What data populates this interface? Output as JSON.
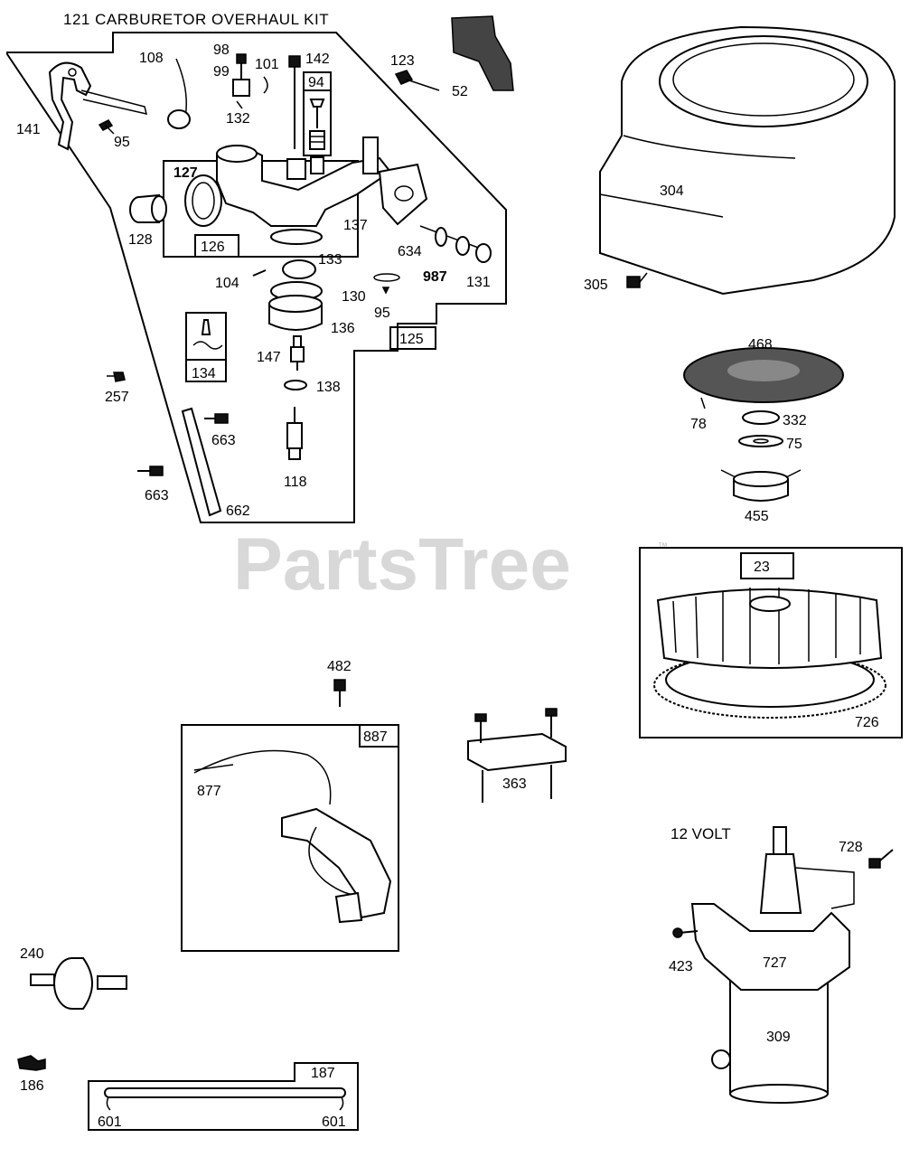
{
  "diagram": {
    "title": "121 CARBURETOR OVERHAUL KIT",
    "watermark": "PartsTree",
    "trademark": "™",
    "boxed_labels": {
      "b94": "94",
      "b126": "126",
      "b125": "125",
      "b134": "134",
      "b23": "23",
      "b887": "887",
      "b187": "187"
    },
    "voltage_label": "12 VOLT",
    "labels": {
      "l141": "141",
      "l108": "108",
      "l98": "98",
      "l99": "99",
      "l101": "101",
      "l142": "142",
      "l123": "123",
      "l52": "52",
      "l95a": "95",
      "l132": "132",
      "l127": "127",
      "l128": "128",
      "l137": "137",
      "l634": "634",
      "l987": "987",
      "l131": "131",
      "l104": "104",
      "l133": "133",
      "l130": "130",
      "l95b": "95",
      "l136": "136",
      "l147": "147",
      "l138": "138",
      "l257": "257",
      "l663a": "663",
      "l663b": "663",
      "l118": "118",
      "l662": "662",
      "l304": "304",
      "l305": "305",
      "l468": "468",
      "l78": "78",
      "l332": "332",
      "l75": "75",
      "l455": "455",
      "l726": "726",
      "l482": "482",
      "l877": "877",
      "l363": "363",
      "l728": "728",
      "l423": "423",
      "l727": "727",
      "l309": "309",
      "l240": "240",
      "l186": "186",
      "l601a": "601",
      "l601b": "601"
    }
  }
}
